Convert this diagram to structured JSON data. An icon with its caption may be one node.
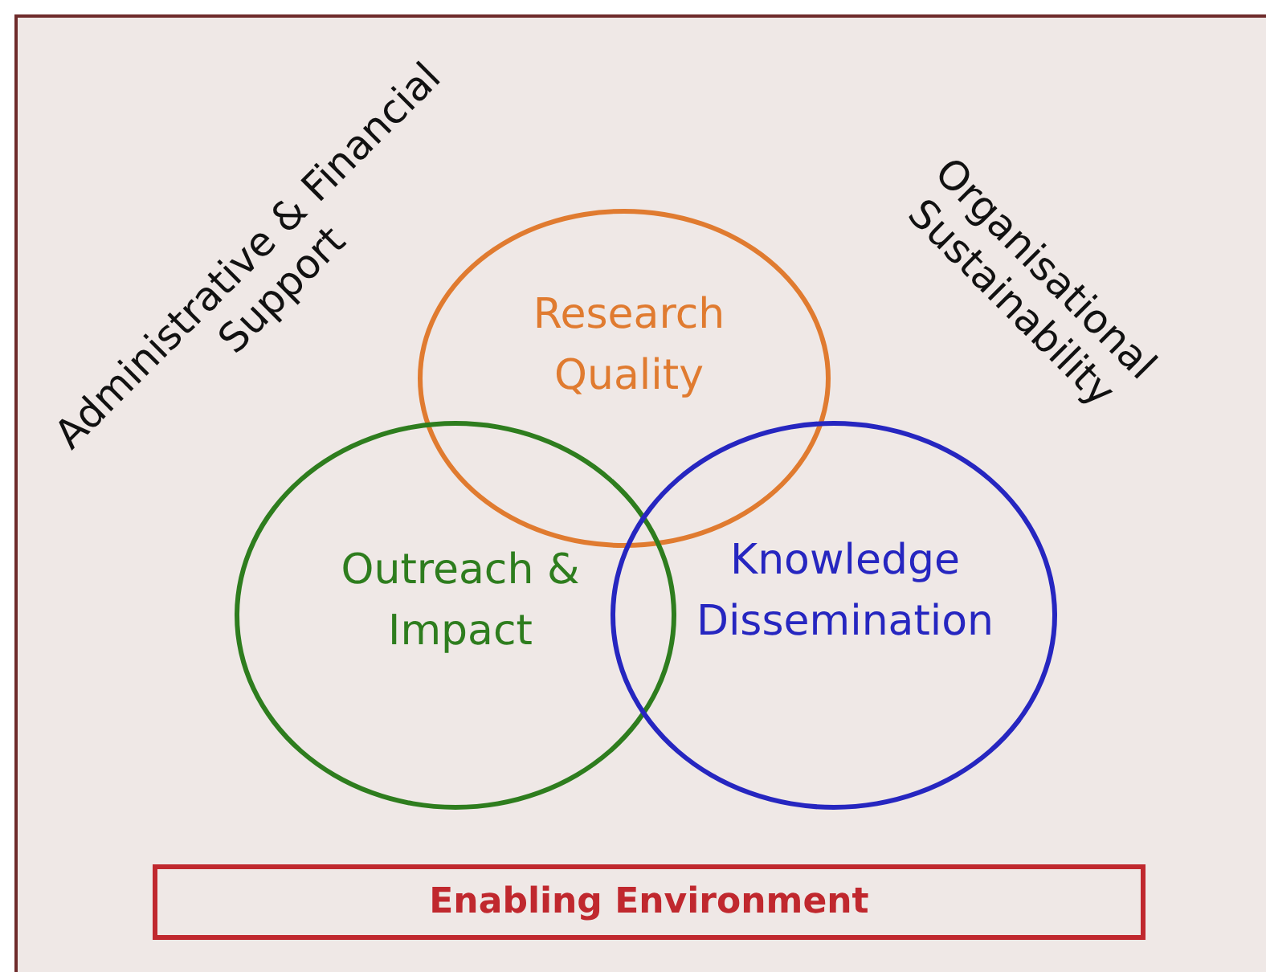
{
  "diagram": {
    "nodes": [
      {
        "text": [
          "Research Quality"
        ]
      },
      {
        "text": [
          "Outreach & Impact"
        ]
      },
      {
        "text": [
          "Knowledge Dissemination"
        ]
      },
      {
        "text": [
          "Enabling Environment"
        ]
      }
    ],
    "labels": [
      "Administrative & Financial Support",
      "Organisational Sustainability"
    ]
  }
}
